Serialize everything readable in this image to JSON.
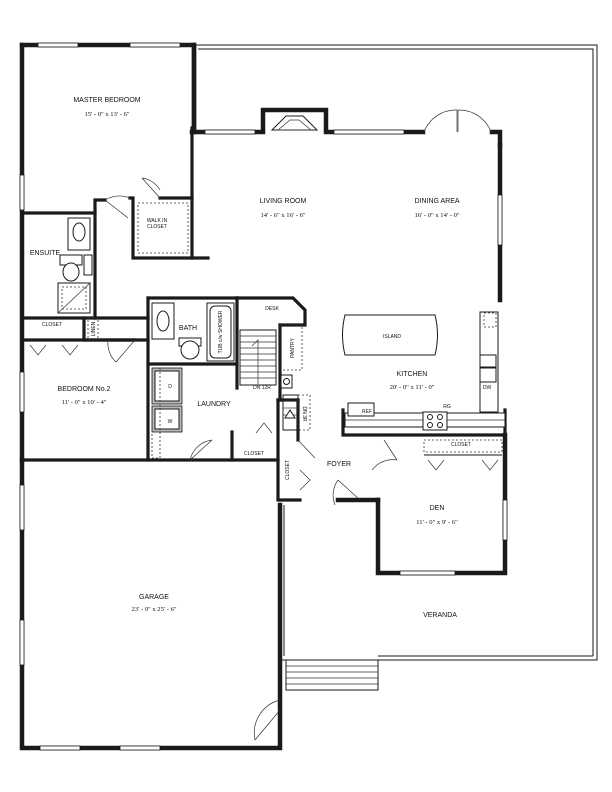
{
  "rooms": {
    "master_bedroom": {
      "name": "MASTER BEDROOM",
      "dims": "15' - 0\" x 13' - 6\""
    },
    "walk_in_closet": {
      "line1": "WALK IN",
      "line2": "CLOSET"
    },
    "ensuite": {
      "name": "ENSUITE"
    },
    "living_room": {
      "name": "LIVING ROOM",
      "dims": "14' - 6\" x 16' - 6\""
    },
    "dining_area": {
      "name": "DINING AREA",
      "dims": "16' - 0\" x 14' - 0\""
    },
    "bath": {
      "name": "BATH"
    },
    "tub_shower": {
      "label": "TUB c/w SHOWER"
    },
    "desk": {
      "label": "DESK"
    },
    "pantry": {
      "label": "PANTRY"
    },
    "island": {
      "label": "ISLAND"
    },
    "kitchen": {
      "name": "KITCHEN",
      "dims": "20' - 0\" x 11' - 0\""
    },
    "closet_bed2": {
      "label": "CLOSET"
    },
    "linen": {
      "label": "LINEN"
    },
    "bedroom2": {
      "name": "BEDROOM No.2",
      "dims": "11' - 0\" x 10' - 4\""
    },
    "laundry": {
      "name": "LAUNDRY"
    },
    "stairs_up": {
      "label": "DN 12R"
    },
    "stairs_down": {
      "label": "DN 3R"
    },
    "closet_laundry": {
      "label": "CLOSET"
    },
    "closet_foyer": {
      "label": "CLOSET"
    },
    "foyer": {
      "name": "FOYER"
    },
    "closet_den": {
      "label": "CLOSET"
    },
    "den": {
      "name": "DEN",
      "dims": "11' - 0\" x 9' - 6\""
    },
    "garage": {
      "name": "GARAGE",
      "dims": "23' - 0\" x 25' - 6\""
    },
    "veranda": {
      "name": "VERANDA"
    }
  },
  "appliances": {
    "ref": "REF",
    "range": "RG",
    "dishwasher": "DW",
    "washer": "W",
    "dryer": "D"
  }
}
